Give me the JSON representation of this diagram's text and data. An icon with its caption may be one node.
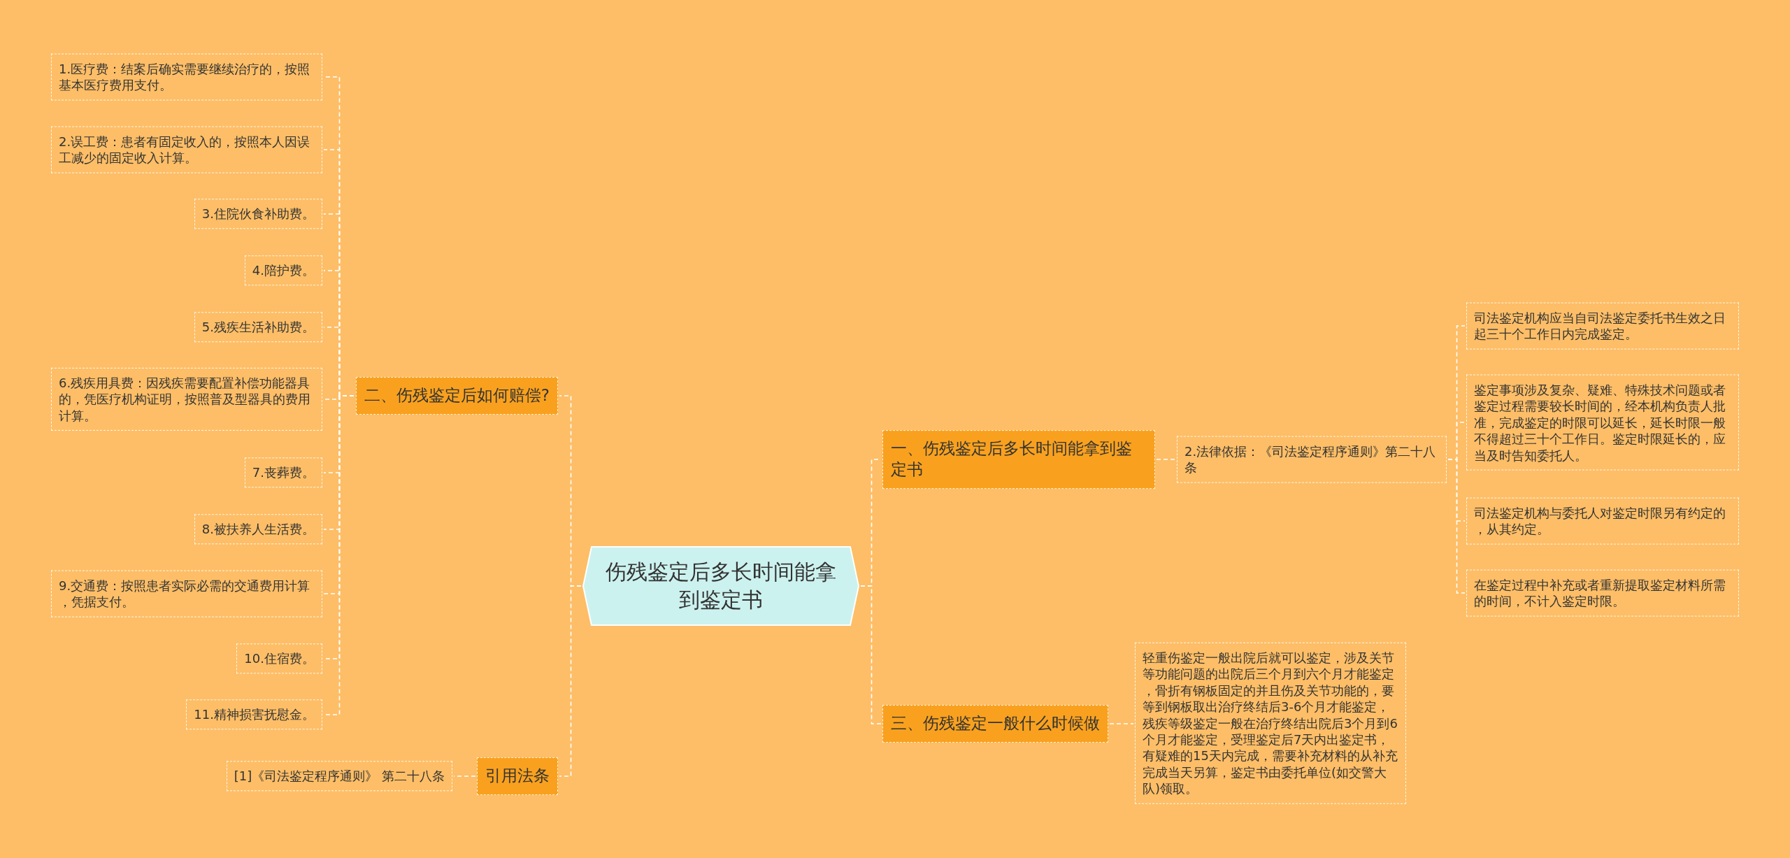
{
  "diagram": {
    "nodes": [
      {
        "text": [
          "伤残鉴定后多长时间能拿到鉴定书"
        ]
      },
      {
        "text": [
          "一、伤残鉴定后多长时间能拿到鉴定书"
        ]
      },
      {
        "text": [
          "2.法律依据：《司法鉴定程序通则》第二十八条"
        ]
      },
      {
        "text": [
          "司法鉴定机构应当自司法鉴定委托书生效之日起三十个工作日内完成鉴定。"
        ]
      },
      {
        "text": [
          "鉴定事项涉及复杂、疑难、特殊技术问题或者鉴定过程需要较长时间的，经本机构负责人批准，完成鉴定的时限可以延长，延长时限一般不得超过三十个工作日。鉴定时限延长的，应当及时告知委托人。"
        ]
      },
      {
        "text": [
          "司法鉴定机构与委托人对鉴定时限另有约定的，从其约定。"
        ]
      },
      {
        "text": [
          "在鉴定过程中补充或者重新提取鉴定材料所需的时间，不计入鉴定时限。"
        ]
      },
      {
        "text": [
          "二、伤残鉴定后如何赔偿?"
        ]
      },
      {
        "text": [
          "1.医疗费：结案后确实需要继续治疗的，按照基本医疗费用支付。"
        ]
      },
      {
        "text": [
          "2.误工费：患者有固定收入的，按照本人因误工减少的固定收入计算。"
        ]
      },
      {
        "text": [
          "3.住院伙食补助费。"
        ]
      },
      {
        "text": [
          "4.陪护费。"
        ]
      },
      {
        "text": [
          "5.残疾生活补助费。"
        ]
      },
      {
        "text": [
          "6.残疾用具费：因残疾需要配置补偿功能器具的，凭医疗机构证明，按照普及型器具的费用计算。"
        ]
      },
      {
        "text": [
          "7.丧葬费。"
        ]
      },
      {
        "text": [
          "8.被扶养人生活费。"
        ]
      },
      {
        "text": [
          "9.交通费：按照患者实际必需的交通费用计算，凭据支付。"
        ]
      },
      {
        "text": [
          "10.住宿费。"
        ]
      },
      {
        "text": [
          "11.精神损害抚慰金。"
        ]
      },
      {
        "text": [
          "三、伤残鉴定一般什么时候做"
        ]
      },
      {
        "text": [
          "轻重伤鉴定一般出院后就可以鉴定，涉及关节等功能问题的出院后三个月到六个月才能鉴定，骨折有钢板固定的并且伤及关节功能的，要等到钢板取出治疗终结后3-6个月才能鉴定，残疾等级鉴定一般在治疗终结出院后3个月到6个月才能鉴定，受理鉴定后7天内出鉴定书，有疑难的15天内完成，需要补充材料的从补充完成当天另算，鉴定书由委托单位(如交警大队)领取。"
        ]
      },
      {
        "text": [
          "引用法条"
        ]
      },
      {
        "text": [
          "[1]《司法鉴定程序通则》 第二十八条"
        ]
      }
    ],
    "edges": [
      {
        "from": 0,
        "to": 1,
        "arrow": "none",
        "style": "dashed"
      },
      {
        "from": 1,
        "to": 2,
        "arrow": "none",
        "style": "dashed"
      },
      {
        "from": 2,
        "to": 3,
        "arrow": "none",
        "style": "dashed"
      },
      {
        "from": 2,
        "to": 4,
        "arrow": "none",
        "style": "dashed"
      },
      {
        "from": 2,
        "to": 5,
        "arrow": "none",
        "style": "dashed"
      },
      {
        "from": 2,
        "to": 6,
        "arrow": "none",
        "style": "dashed"
      },
      {
        "from": 0,
        "to": 7,
        "arrow": "none",
        "style": "dashed"
      },
      {
        "from": 7,
        "to": 8,
        "arrow": "none",
        "style": "dashed"
      },
      {
        "from": 7,
        "to": 9,
        "arrow": "none",
        "style": "dashed"
      },
      {
        "from": 7,
        "to": 10,
        "arrow": "none",
        "style": "dashed"
      },
      {
        "from": 7,
        "to": 11,
        "arrow": "none",
        "style": "dashed"
      },
      {
        "from": 7,
        "to": 12,
        "arrow": "none",
        "style": "dashed"
      },
      {
        "from": 7,
        "to": 13,
        "arrow": "none",
        "style": "dashed"
      },
      {
        "from": 7,
        "to": 14,
        "arrow": "none",
        "style": "dashed"
      },
      {
        "from": 7,
        "to": 15,
        "arrow": "none",
        "style": "dashed"
      },
      {
        "from": 7,
        "to": 16,
        "arrow": "none",
        "style": "dashed"
      },
      {
        "from": 7,
        "to": 17,
        "arrow": "none",
        "style": "dashed"
      },
      {
        "from": 7,
        "to": 18,
        "arrow": "none",
        "style": "dashed"
      },
      {
        "from": 0,
        "to": 19,
        "arrow": "none",
        "style": "dashed"
      },
      {
        "from": 19,
        "to": 20,
        "arrow": "none",
        "style": "dashed"
      },
      {
        "from": 0,
        "to": 21,
        "arrow": "none",
        "style": "dashed"
      },
      {
        "from": 21,
        "to": 22,
        "arrow": "none",
        "style": "dashed"
      }
    ]
  }
}
